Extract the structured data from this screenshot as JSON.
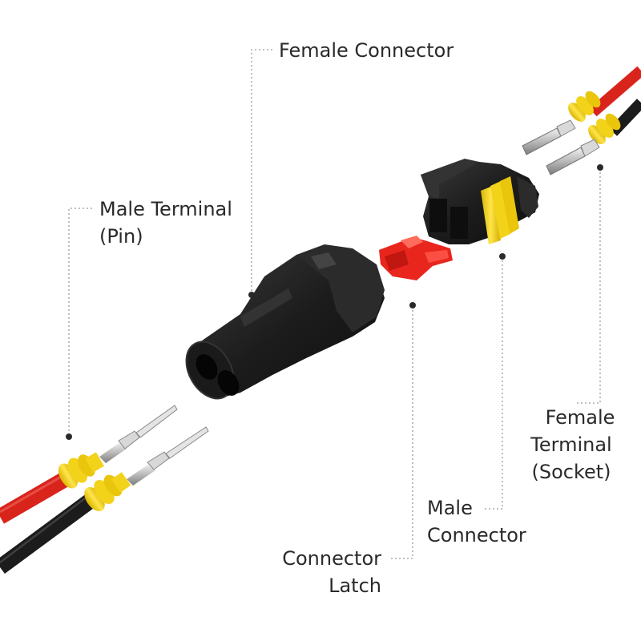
{
  "labels": {
    "female_connector": [
      "Female Connector"
    ],
    "male_terminal": [
      "Male Terminal",
      "(Pin)"
    ],
    "female_terminal": [
      "Female",
      "Terminal",
      "(Socket)"
    ],
    "male_connector": [
      "Male",
      "Connector"
    ],
    "connector_latch": [
      "Connector",
      "Latch"
    ]
  },
  "colors": {
    "wire_red": "#d9241c",
    "wire_black": "#1c1c1c",
    "seal_yellow": "#f3d21a",
    "housing_black": "#1e1e1e",
    "latch_red": "#e8261e",
    "metal": "#c9c9c9",
    "leader_line": "#9a9a9a",
    "text": "#2a2a2a"
  },
  "icons": [
    "female-connector-housing",
    "male-connector-housing",
    "connector-latch",
    "pin-terminal",
    "socket-terminal",
    "wire-seal"
  ]
}
